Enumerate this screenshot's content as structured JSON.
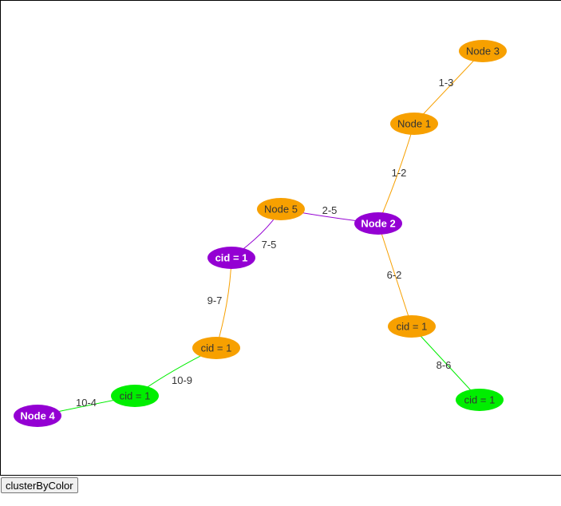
{
  "colors": {
    "orange": "#f7a000",
    "purple": "#9400d3",
    "green": "#00ee00"
  },
  "nodes": [
    {
      "id": "n3",
      "label": "Node 3",
      "color": "orange",
      "text_color": "#343434",
      "bold": false
    },
    {
      "id": "n1",
      "label": "Node 1",
      "color": "orange",
      "text_color": "#343434",
      "bold": false
    },
    {
      "id": "n5",
      "label": "Node 5",
      "color": "orange",
      "text_color": "#343434",
      "bold": false
    },
    {
      "id": "n2",
      "label": "Node 2",
      "color": "purple",
      "text_color": "#ffffff",
      "bold": true
    },
    {
      "id": "c7",
      "label": "cid = 1",
      "color": "purple",
      "text_color": "#ffffff",
      "bold": true
    },
    {
      "id": "c9",
      "label": "cid = 1",
      "color": "orange",
      "text_color": "#343434",
      "bold": false
    },
    {
      "id": "c6",
      "label": "cid = 1",
      "color": "orange",
      "text_color": "#343434",
      "bold": false
    },
    {
      "id": "c10",
      "label": "cid = 1",
      "color": "green",
      "text_color": "#343434",
      "bold": false
    },
    {
      "id": "c8",
      "label": "cid = 1",
      "color": "green",
      "text_color": "#343434",
      "bold": false
    },
    {
      "id": "n4",
      "label": "Node 4",
      "color": "purple",
      "text_color": "#ffffff",
      "bold": true
    }
  ],
  "edges": [
    {
      "from": "n1",
      "to": "n3",
      "label": "1-3",
      "color": "orange"
    },
    {
      "from": "n1",
      "to": "n2",
      "label": "1-2",
      "color": "orange"
    },
    {
      "from": "n2",
      "to": "n5",
      "label": "2-5",
      "color": "purple"
    },
    {
      "from": "n5",
      "to": "c7",
      "label": "7-5",
      "color": "purple"
    },
    {
      "from": "n2",
      "to": "c6",
      "label": "6-2",
      "color": "orange"
    },
    {
      "from": "c7",
      "to": "c9",
      "label": "9-7",
      "color": "orange"
    },
    {
      "from": "c6",
      "to": "c8",
      "label": "8-6",
      "color": "green"
    },
    {
      "from": "c9",
      "to": "c10",
      "label": "10-9",
      "color": "green"
    },
    {
      "from": "c10",
      "to": "n4",
      "label": "10-4",
      "color": "green"
    }
  ],
  "controls": {
    "cluster_button_label": "clusterByColor"
  }
}
